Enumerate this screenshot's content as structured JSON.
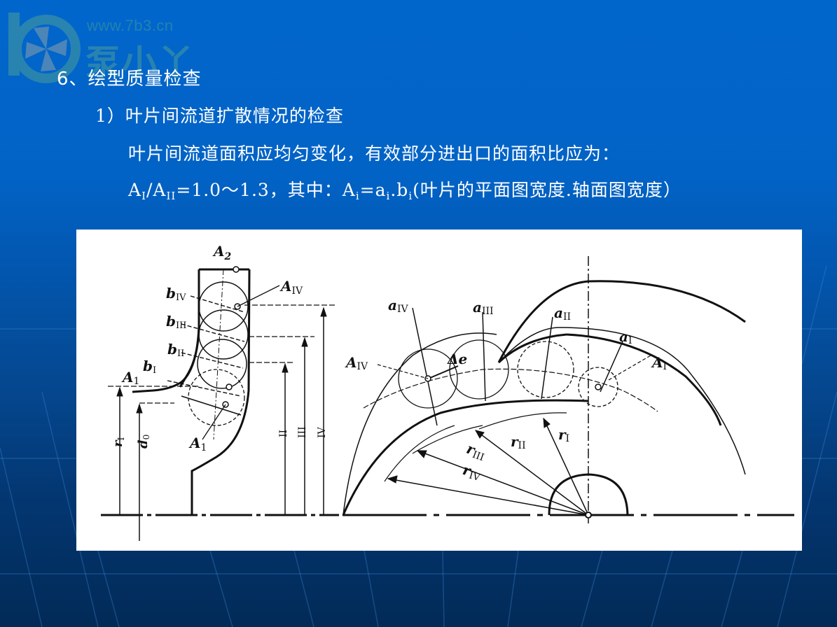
{
  "watermark": {
    "url": "www.7b3.cn",
    "logo_text": "泵小丫",
    "logo_icon": "pump-impeller-icon"
  },
  "slide": {
    "title": "6、绘型质量检查",
    "subheading": "1）叶片间流道扩散情况的检查",
    "line1": "叶片间流道面积应均匀变化，有效部分进出口的面积比应为：",
    "line2": {
      "A": "A",
      "sub_I": "I",
      "slash": "/A",
      "sub_II": "II",
      "ratio": "=1.0～1.3，其中：A",
      "sub_i1": "i",
      "eq": "=a",
      "sub_i2": "i",
      "dot_b": ".b",
      "sub_i3": "i",
      "tail": "(叶片的平面图宽度.轴面图宽度）"
    }
  },
  "figure": {
    "left_view": {
      "labels": {
        "A2": "A",
        "A2_sub": "2",
        "AIV": "A",
        "AIV_sub": "IV",
        "bIV": "b",
        "bIV_sub": "IV",
        "bIII": "b",
        "bIII_sub": "III",
        "bII": "b",
        "bII_sub": "II",
        "bI": "b",
        "bI_sub": "I",
        "A1_top": "A",
        "A1_top_sub": "1",
        "A1_bottom": "A",
        "A1_bottom_sub": "1",
        "r1": "r",
        "r1_sub": "I",
        "d0": "d",
        "d0_sub": "0",
        "r_II": "II",
        "r_III": "III",
        "r_IV": "IV"
      }
    },
    "right_view": {
      "labels": {
        "aIV": "a",
        "aIV_sub": "IV",
        "aIII": "a",
        "aIII_sub": "III",
        "aII": "a",
        "aII_sub": "II",
        "aI": "a",
        "aI_sub": "I",
        "AIV": "A",
        "AIV_sub": "IV",
        "AI": "A",
        "AI_sub": "I",
        "delta_e": "Δe",
        "rI": "r",
        "rI_sub": "I",
        "rII": "r",
        "rII_sub": "II",
        "rIII": "r",
        "rIII_sub": "III",
        "rIV": "r",
        "rIV_sub": "IV"
      }
    }
  }
}
